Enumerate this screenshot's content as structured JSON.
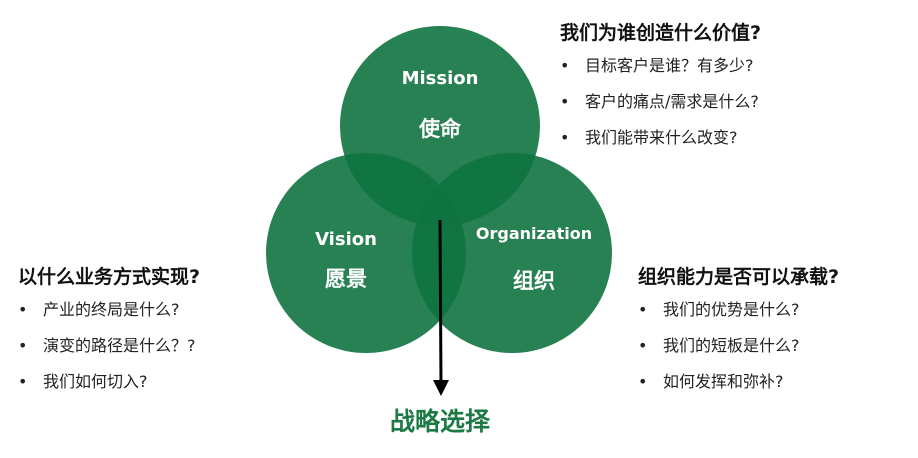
{
  "circles": [
    {
      "en": "Mission",
      "zh": "使命"
    },
    {
      "en": "Vision",
      "zh": "愿景"
    },
    {
      "en": "Organization",
      "zh": "组织"
    }
  ],
  "result": "战略选择",
  "mission_block": {
    "heading": "我们为谁创造什么价值?",
    "items": [
      "目标客户是谁？有多少?",
      "客户的痛点/需求是什么?",
      "我们能带来什么改变?"
    ]
  },
  "vision_block": {
    "heading": "以什么业务方式实现?",
    "items": [
      "产业的终局是什么?",
      "演变的路径是什么？?",
      "我们如何切入?"
    ]
  },
  "org_block": {
    "heading": "组织能力是否可以承载?",
    "items": [
      "我们的优势是什么?",
      "我们的短板是什么?",
      "如何发挥和弥补?"
    ]
  },
  "colors": {
    "circle": "#0f7340",
    "text_green": "#1e7a45"
  }
}
